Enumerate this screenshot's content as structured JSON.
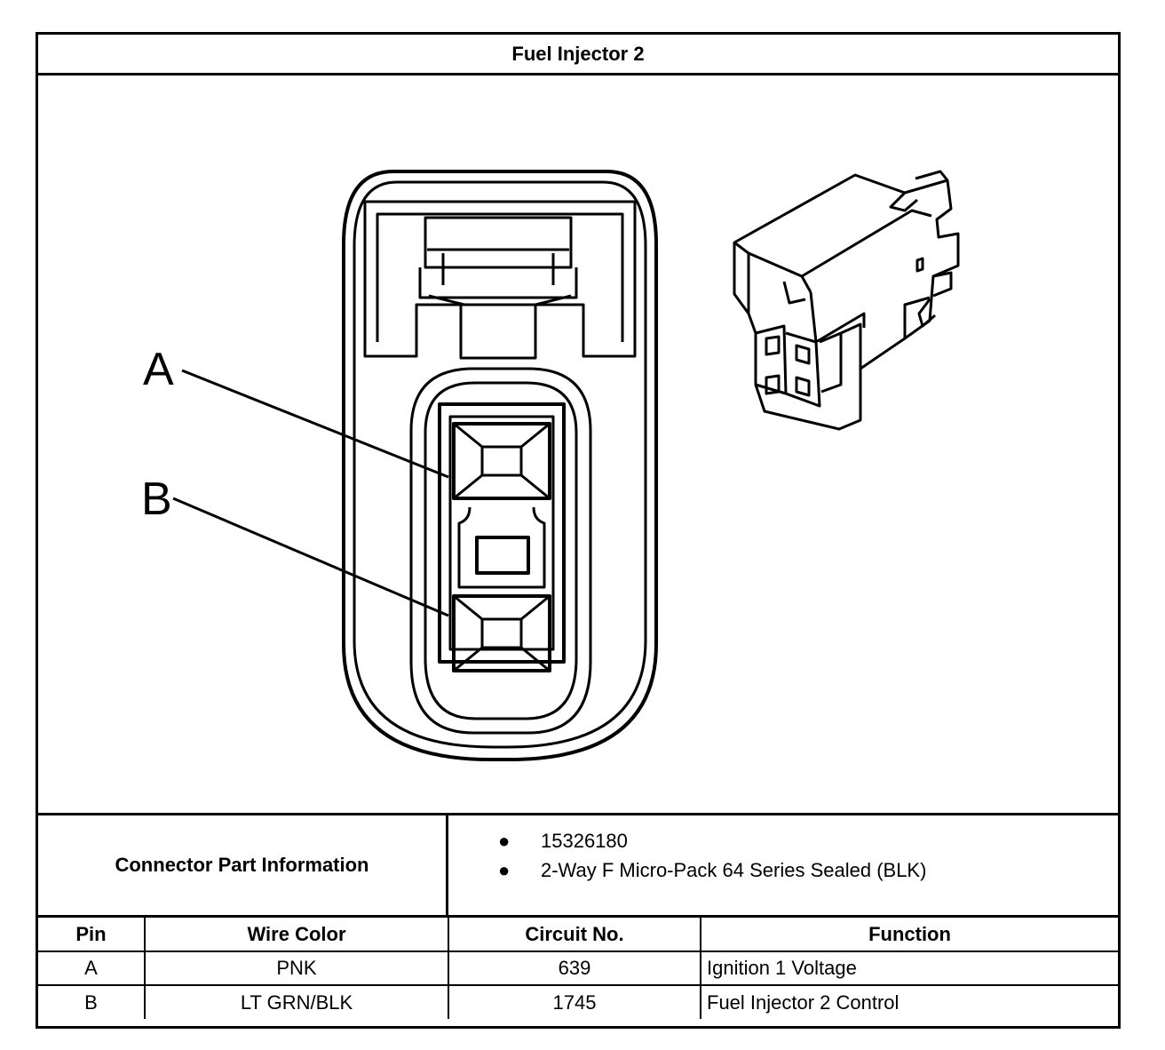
{
  "title": "Fuel Injector 2",
  "callouts": {
    "a": "A",
    "b": "B"
  },
  "connector_info": {
    "label": "Connector Part Information",
    "items": [
      "15326180",
      "2-Way F Micro-Pack 64 Series Sealed (BLK)"
    ]
  },
  "pin_table": {
    "headers": {
      "pin": "Pin",
      "wire_color": "Wire Color",
      "circuit": "Circuit No.",
      "function": "Function"
    },
    "rows": [
      {
        "pin": "A",
        "wire_color": "PNK",
        "circuit": "639",
        "function": "Ignition 1 Voltage"
      },
      {
        "pin": "B",
        "wire_color": "LT GRN/BLK",
        "circuit": "1745",
        "function": "Fuel Injector 2 Control"
      }
    ]
  }
}
